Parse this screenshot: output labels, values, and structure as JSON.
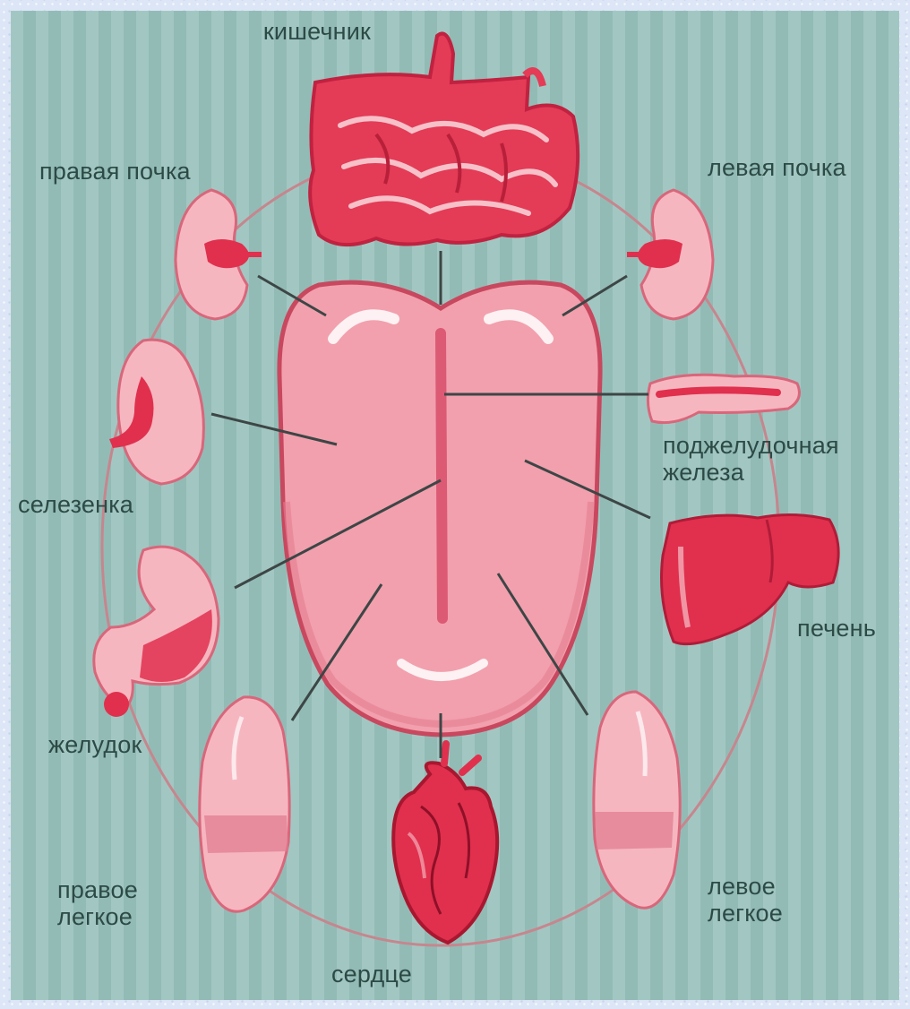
{
  "labels": {
    "intestine": "кишечник",
    "right_kidney": "правая почка",
    "left_kidney": "левая почка",
    "pancreas_line1": "поджелудочная",
    "pancreas_line2": "железа",
    "spleen": "селезенка",
    "liver": "печень",
    "stomach": "желудок",
    "right_lung_line1": "правое",
    "right_lung_line2": "легкое",
    "left_lung_line1": "левое",
    "left_lung_line2": "легкое",
    "heart": "сердце"
  },
  "colors": {
    "panel_background": "#9bc3bd",
    "frame_background": "#dde6f6",
    "tongue_fill": "#f2a0ad",
    "tongue_outline": "#c8485f",
    "organ_light": "#f6b6c0",
    "organ_dark": "#e0304e",
    "connector_line": "#3d4646",
    "label_text": "#2c4a46"
  },
  "icons": [
    "intestine-icon",
    "right-kidney-icon",
    "left-kidney-icon",
    "pancreas-icon",
    "spleen-icon",
    "liver-icon",
    "stomach-icon",
    "right-lung-icon",
    "left-lung-icon",
    "heart-icon",
    "tongue-icon"
  ]
}
